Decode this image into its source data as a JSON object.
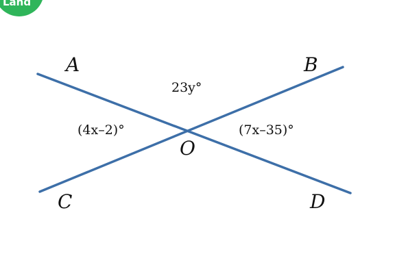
{
  "logo": {
    "text": "Land",
    "color": "#2fb55a"
  },
  "line_color": "#3d6fa8",
  "points": {
    "A": "A",
    "B": "B",
    "C": "C",
    "D": "D",
    "O": "O"
  },
  "angles": {
    "top": "23y°",
    "left": "(4x–2)°",
    "right": "(7x–35)°"
  }
}
